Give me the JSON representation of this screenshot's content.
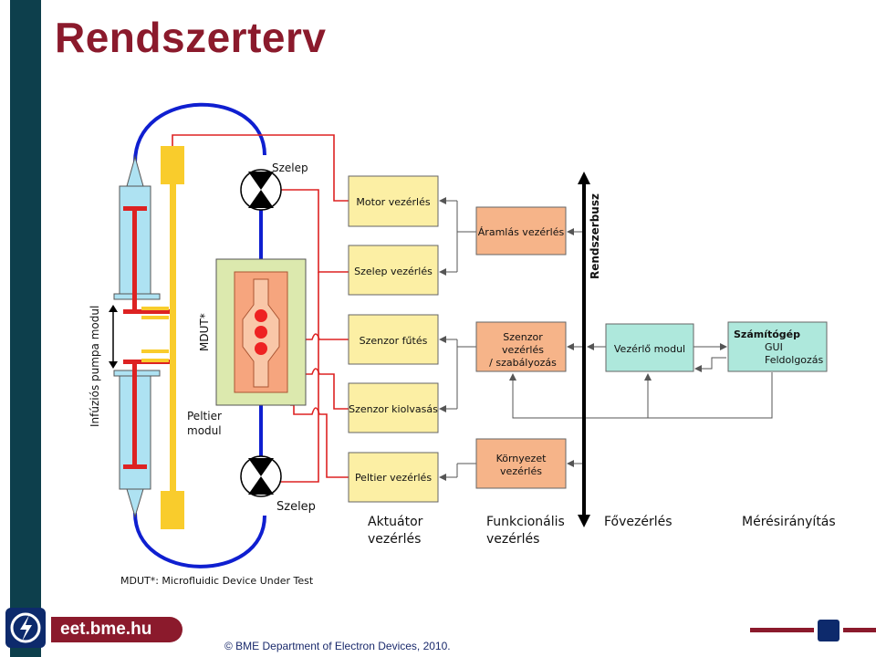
{
  "slide": {
    "title": "Rendszerterv",
    "footer_url": "eet.bme.hu",
    "copyright": "© BME Department of Electron Devices, 2010."
  },
  "diagram": {
    "left_labels": {
      "pump": "Infúziós pumpa modul",
      "mdut": "MDUT*",
      "peltier_line1": "Peltier",
      "peltier_line2": "modul",
      "valve_top": "Szelep",
      "valve_bottom": "Szelep"
    },
    "actuator_boxes": {
      "motor": "Motor vezérlés",
      "valve": "Szelep vezérlés",
      "heater": "Szenzor fűtés",
      "readout": "Szenzor kiolvasás",
      "peltier": "Peltier vezérlés"
    },
    "function_boxes": {
      "flow": "Áramlás vezérlés",
      "sensor_line1": "Szenzor",
      "sensor_line2": "vezérlés",
      "sensor_line3": "/ szabályozás",
      "env_line1": "Környezet",
      "env_line2": "vezérlés"
    },
    "bus_label": "Rendszerbusz",
    "controller_box": "Vezérlő modul",
    "computer_box": {
      "title": "Számítógép",
      "line2": "GUI",
      "line3": "Feldolgozás"
    },
    "column_labels": {
      "actuator_line1": "Aktuátor",
      "actuator_line2": "vezérlés",
      "functional_line1": "Funkcionális",
      "functional_line2": "vezérlés",
      "main": "Fővezérlés",
      "measure": "Mérésirányítás"
    },
    "footnote": "MDUT*: Microfluidic Device Under Test"
  },
  "colors": {
    "title": "#8b1a2c",
    "sidebar": "#0d3f4c",
    "actuator_box": "#fcefa4",
    "function_box": "#f6b489",
    "controller_box": "#aee8dc",
    "peltier_module": "#dce9ae",
    "syringe": "#aee2f2",
    "tube_blue": "#0f1fd0",
    "wire_red": "#dd2222",
    "yellow_rail": "#f9cc2c"
  }
}
